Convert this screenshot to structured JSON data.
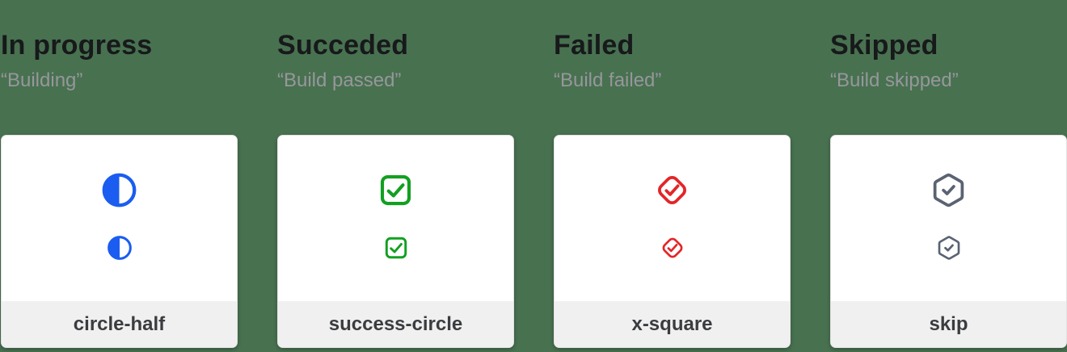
{
  "page": {
    "background_color": "#487150"
  },
  "columns": [
    {
      "title": "In progress",
      "subtitle": "“Building”",
      "label": "circle-half",
      "icon": "circle-half-icon",
      "color": "#1B5DF0"
    },
    {
      "title": "Succeded",
      "subtitle": "“Build passed”",
      "label": "success-circle",
      "icon": "check-square-icon",
      "color": "#12A021"
    },
    {
      "title": "Failed",
      "subtitle": "“Build failed”",
      "label": "x-square",
      "icon": "check-diamond-icon",
      "color": "#E32528"
    },
    {
      "title": "Skipped",
      "subtitle": "“Build skipped”",
      "label": "skip",
      "icon": "check-hexagon-icon",
      "color": "#5A6372"
    }
  ]
}
